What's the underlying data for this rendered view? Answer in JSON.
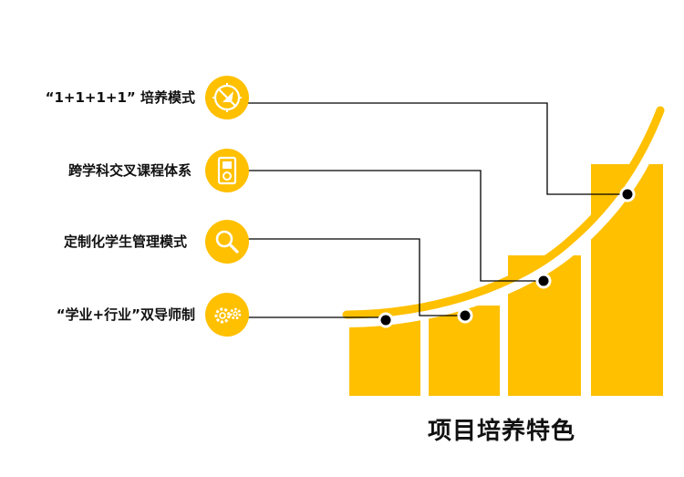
{
  "title": "项目培养特色",
  "accent_color": "#FFC000",
  "line_color": "#000000",
  "features": [
    {
      "label": "“1+1+1+1” 培养模式",
      "icon": "compass-icon"
    },
    {
      "label": "跨学科交叉课程体系",
      "icon": "mp3-player-icon"
    },
    {
      "label": "定制化学生管理模式",
      "icon": "search-icon"
    },
    {
      "label": "“学业+行业”双导师制",
      "icon": "gears-icon"
    }
  ]
}
